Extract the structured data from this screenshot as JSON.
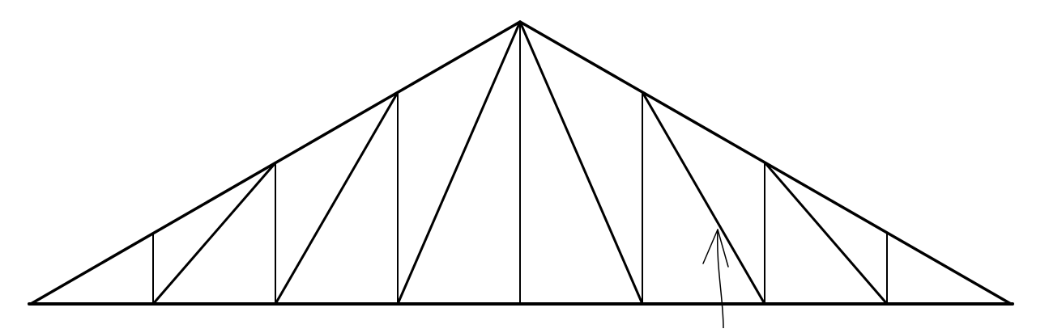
{
  "diagram": {
    "type": "roof-truss",
    "background_color": "#ffffff",
    "line_color": "#000000",
    "panels": 8,
    "members": {
      "chords": [
        "bottom-chord",
        "left-top-chord",
        "right-top-chord"
      ],
      "verticals": 7,
      "diagonals": 6
    },
    "annotation": {
      "type": "pointer-arrow",
      "points_to": "right-diagonal-2"
    }
  }
}
